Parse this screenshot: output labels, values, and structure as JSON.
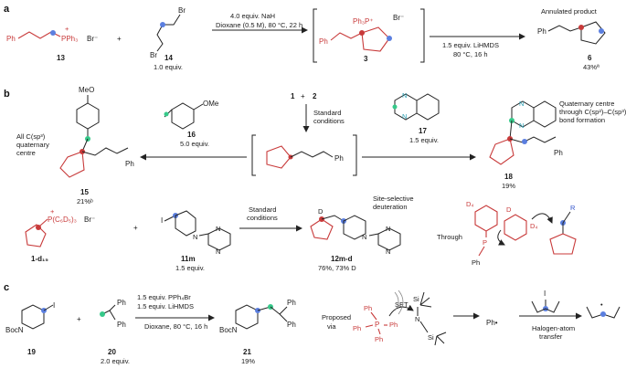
{
  "panel_labels": [
    "a",
    "b",
    "c"
  ],
  "colors": {
    "red": "#c83a3a",
    "blue": "#5b7fe0",
    "green": "#36c98a",
    "text": "#1a1a1a"
  },
  "panel_a": {
    "reagent_13": {
      "ph": "Ph",
      "phosphonium": "PPh₃",
      "counterion": "Br⁻",
      "number": "13"
    },
    "plus": "+",
    "reagent_14": {
      "number": "14",
      "equiv": "1.0 equiv.",
      "br_top": "Br",
      "br_bottom": "Br"
    },
    "conditions_1": [
      "4.0 equiv. NaH",
      "Dioxane (0.5 M), 80 °C, 22 h"
    ],
    "intermediate_3": {
      "ph": "Ph",
      "phosphonium": "Ph₃P⁺",
      "counterion": "Br⁻",
      "number": "3"
    },
    "conditions_2": [
      "1.5 equiv. LiHMDS",
      "80 °C, 16 h"
    ],
    "product_6": {
      "title": "Annulated product",
      "ph": "Ph",
      "number": "6",
      "yield": "43%ª"
    }
  },
  "panel_b": {
    "center_reaction": {
      "reactant_a": "1",
      "plus": "+",
      "reactant_b": "2",
      "conditions": [
        "Standard",
        "conditions"
      ]
    },
    "center_ph": "Ph",
    "reagent_16": {
      "ome": "OMe",
      "number": "16",
      "equiv": "5.0 equiv."
    },
    "reagent_17": {
      "number": "17",
      "equiv": "1.5 equiv."
    },
    "product_15": {
      "ome": "MeO",
      "ph": "Ph",
      "note": [
        "All C(sp³)",
        "quaternary",
        "centre"
      ],
      "number": "15",
      "yield": "21%ᵇ"
    },
    "product_18": {
      "ph": "Ph",
      "note": [
        "Quaternary centre",
        "through C(sp²)–C(sp³)",
        "bond formation"
      ],
      "number": "18",
      "yield": "19%"
    },
    "reagent_1d15": {
      "phosphonium": "P(C₆D₅)₃",
      "counterion": "Br⁻",
      "number": "1-d₁₅"
    },
    "plus": "+",
    "reagent_11m": {
      "iodo": "I",
      "number": "11m",
      "equiv": "1.5 equiv."
    },
    "conditions": [
      "Standard",
      "conditions"
    ],
    "product_12m": {
      "d": "D",
      "note": [
        "Site-selective",
        "deuteration"
      ],
      "number": "12m-d",
      "yield": "76%, 73% D"
    },
    "through": {
      "label": "Through",
      "d4_top": "D₄",
      "d4_right": "D₄",
      "d": "D",
      "p": "P",
      "ph": "Ph",
      "r": "R"
    }
  },
  "panel_c": {
    "reagent_19": {
      "boc": "BocN",
      "iodo": "I",
      "number": "19"
    },
    "plus": "+",
    "reagent_20": {
      "ph_top": "Ph",
      "ph_bottom": "Ph",
      "number": "20",
      "equiv": "2.0 equiv."
    },
    "conditions": [
      "1.5 equiv. PPh₄Br",
      "1.5 equiv. LiHMDS",
      "Dioxane, 80 °C, 16 h"
    ],
    "product_21": {
      "boc": "BocN",
      "ph_top": "Ph",
      "ph_bottom": "Ph",
      "number": "21",
      "yield": "19%"
    },
    "proposed": [
      "Proposed",
      "via"
    ],
    "set_label": "SET",
    "ph_labels": [
      "Ph",
      "Ph",
      "Ph",
      "Ph"
    ],
    "si_labels": [
      "Si",
      "Si"
    ],
    "n_label": "N",
    "p_label": "P",
    "phenyl_radical": "Ph•",
    "iodo_label": "I",
    "hat_label": [
      "Halogen-atom",
      "transfer"
    ]
  }
}
